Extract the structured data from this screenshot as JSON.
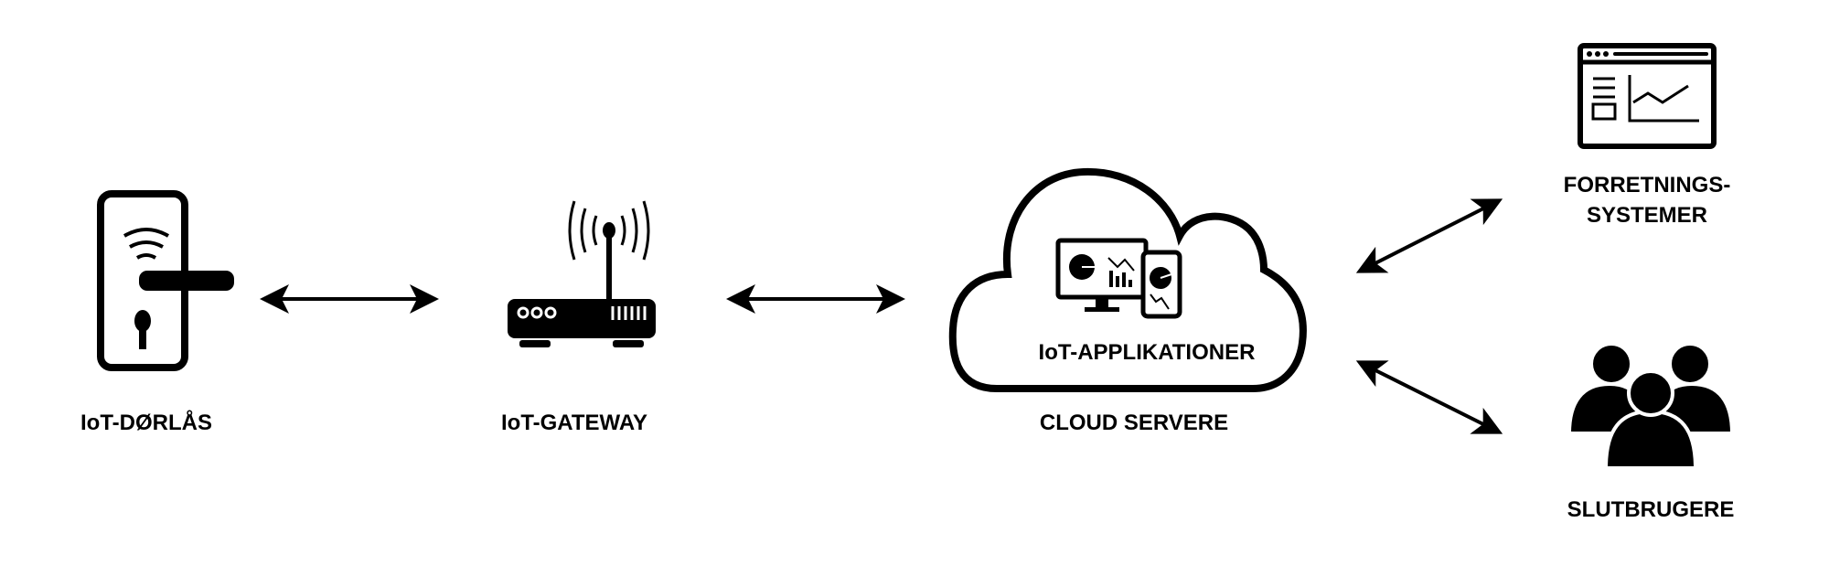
{
  "nodes": {
    "door_lock": {
      "label": "IoT-DØRLÅS",
      "icon": "door-lock-icon"
    },
    "gateway": {
      "label": "IoT-GATEWAY",
      "icon": "router-icon"
    },
    "cloud": {
      "inner_label": "IoT-APPLIKATIONER",
      "label": "CLOUD SERVERE",
      "icon": "cloud-icon"
    },
    "business": {
      "label_line1": "FORRETNINGS-",
      "label_line2": "SYSTEMER",
      "icon": "dashboard-window-icon"
    },
    "users": {
      "label": "SLUTBRUGERE",
      "icon": "users-group-icon"
    }
  },
  "colors": {
    "stroke": "#000000",
    "background": "#ffffff"
  }
}
